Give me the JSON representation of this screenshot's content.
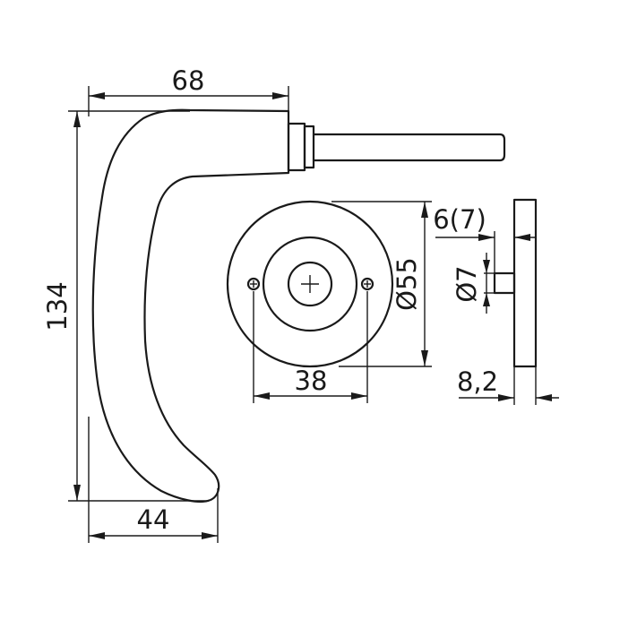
{
  "dimensions": {
    "top_width": "68",
    "height": "134",
    "bottom_width": "44",
    "rosette_diameter": "Ø55",
    "hole_spacing": "38",
    "spindle_offset": "6(7)",
    "spindle_diameter": "Ø7",
    "rosette_thickness": "8,2"
  },
  "colors": {
    "line": "#1a1a1a",
    "background": "#ffffff"
  }
}
